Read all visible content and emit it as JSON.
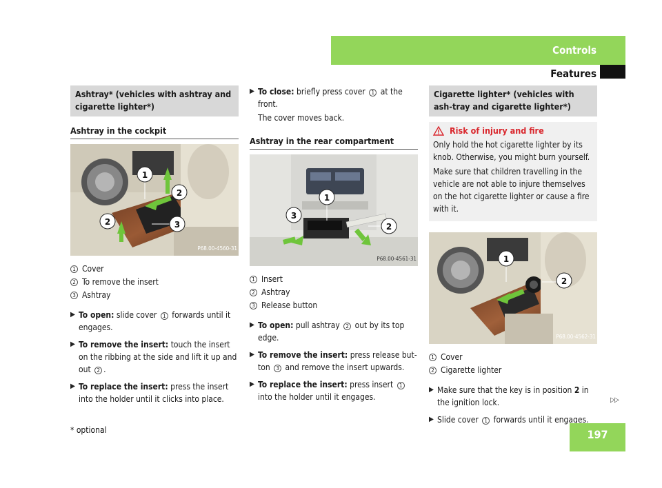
{
  "header": {
    "section": "Controls",
    "chapter": "Features"
  },
  "footer": {
    "page_number": "197",
    "footnote": "* optional",
    "continue_mark": "▷▷"
  },
  "col1": {
    "section_title": "Ashtray* (vehicles with ashtray and cigarette lighter*)",
    "subheading": "Ashtray in the cockpit",
    "image_code": "P68.00-4560-31",
    "legend": [
      {
        "num": "1",
        "text": "Cover"
      },
      {
        "num": "2",
        "text": "To remove the insert"
      },
      {
        "num": "3",
        "text": "Ashtray"
      }
    ],
    "steps": [
      {
        "bold": "To open:",
        "pre": " slide cover ",
        "ref": "1",
        "post": " forwards until it engages."
      },
      {
        "bold": "To remove the insert:",
        "pre": " touch the insert on the ribbing at the side and lift it up and out ",
        "ref": "2",
        "post": "."
      },
      {
        "bold": "To replace the insert:",
        "pre": " press the insert into the holder until it clicks into place.",
        "ref": "",
        "post": ""
      }
    ]
  },
  "col2": {
    "step_close": {
      "bold": "To close:",
      "pre": " briefly press cover ",
      "ref": "1",
      "post": " at the front."
    },
    "close_note": "The cover moves back.",
    "subheading": "Ashtray in the rear compartment",
    "image_code": "P68.00-4561-31",
    "legend": [
      {
        "num": "1",
        "text": "Insert"
      },
      {
        "num": "2",
        "text": "Ashtray"
      },
      {
        "num": "3",
        "text": "Release button"
      }
    ],
    "steps": [
      {
        "bold": "To open:",
        "pre": " pull ashtray ",
        "ref": "2",
        "post": " out by its top edge."
      },
      {
        "bold": "To remove the insert:",
        "pre": " press release but-ton ",
        "ref": "3",
        "post": " and remove the insert upwards."
      },
      {
        "bold": "To replace the insert:",
        "pre": " press insert ",
        "ref": "1",
        "post": " into the holder until it engages."
      }
    ]
  },
  "col3": {
    "section_title": "Cigarette lighter* (vehicles with ash-tray and cigarette lighter*)",
    "warning": {
      "title": "Risk of injury and fire",
      "para1": "Only hold the hot cigarette lighter by its knob. Otherwise, you might burn yourself.",
      "para2": "Make sure that children travelling in the vehicle are not able to injure themselves on the hot cigarette lighter or cause a fire with it."
    },
    "image_code": "P68.00-4562-31",
    "legend": [
      {
        "num": "1",
        "text": "Cover"
      },
      {
        "num": "2",
        "text": "Cigarette lighter"
      }
    ],
    "step1": {
      "pre": "Make sure that the key is in position ",
      "bold": "2",
      "post": " in the ignition lock."
    },
    "step2": {
      "pre": "Slide cover ",
      "ref": "1",
      "post": " forwards until it engages."
    }
  },
  "colors": {
    "accent_green": "#93d65a",
    "warning_red": "#d9262c",
    "section_gray": "#d8d8d8"
  }
}
